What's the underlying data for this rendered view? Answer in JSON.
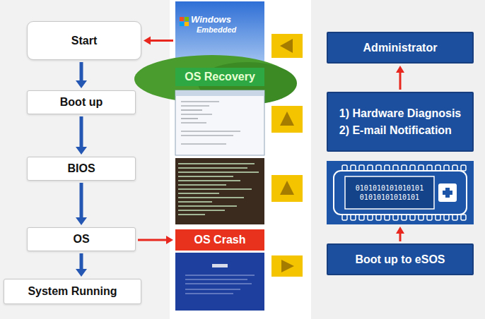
{
  "diagram": {
    "nodes": [
      {
        "text": [
          "Start"
        ]
      },
      {
        "text": [
          "Boot up"
        ]
      },
      {
        "text": [
          "BIOS"
        ]
      },
      {
        "text": [
          "OS"
        ]
      },
      {
        "text": [
          "System Running"
        ]
      },
      {
        "text": [
          "OS Recovery"
        ]
      },
      {
        "text": [
          "OS Crash"
        ]
      },
      {
        "text": [
          "Administrator"
        ]
      },
      {
        "text": [
          "1) Hardware Diagnosis",
          "2) E-mail Notification"
        ]
      },
      {
        "text": [
          "0101010101010101",
          "01010101010101"
        ]
      },
      {
        "text": [
          "Boot up to eSOS"
        ]
      }
    ],
    "edges": [
      {
        "from": 0,
        "to": 1,
        "arrow": "to"
      },
      {
        "from": 1,
        "to": 2,
        "arrow": "to"
      },
      {
        "from": 2,
        "to": 3,
        "arrow": "to"
      },
      {
        "from": 3,
        "to": 4,
        "arrow": "to"
      },
      {
        "from": 5,
        "to": 0,
        "arrow": "to"
      },
      {
        "from": 3,
        "to": 6,
        "arrow": "to"
      },
      {
        "from": 10,
        "to": 9,
        "arrow": "to"
      },
      {
        "from": 8,
        "to": 7,
        "arrow": "to"
      }
    ],
    "labels": [
      "Windows",
      "Embedded"
    ]
  }
}
